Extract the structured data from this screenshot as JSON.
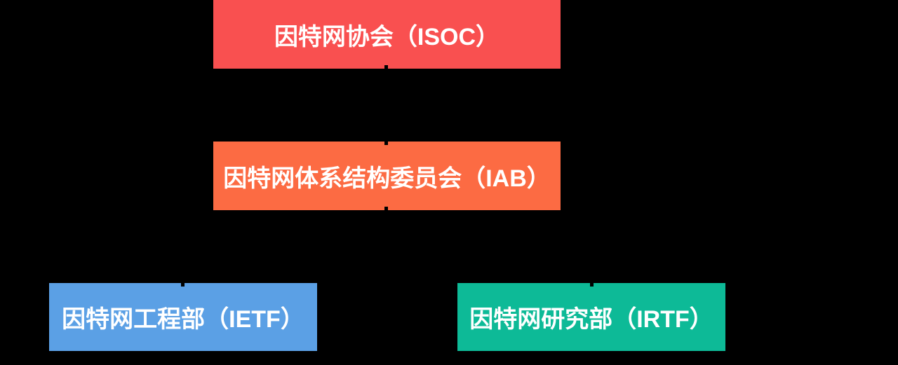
{
  "diagram": {
    "type": "org-chart",
    "background_color": "#000000",
    "text_color": "#FFFFFF",
    "connector_color": "#000000",
    "nodes": [
      {
        "id": "isoc",
        "label": "因特网协会（ISOC）",
        "color": "#F95050"
      },
      {
        "id": "iab",
        "label": "因特网体系结构委员会（IAB）",
        "color": "#FC6B43"
      },
      {
        "id": "ietf",
        "label": "因特网工程部（IETF）",
        "color": "#5BA0E5"
      },
      {
        "id": "irtf",
        "label": "因特网研究部（IRTF）",
        "color": "#0DBA97"
      }
    ],
    "edges": [
      {
        "from": "ISOC",
        "to": "IAB"
      },
      {
        "from": "IAB",
        "to": "IETF"
      },
      {
        "from": "IAB",
        "to": "IRTF"
      }
    ]
  }
}
